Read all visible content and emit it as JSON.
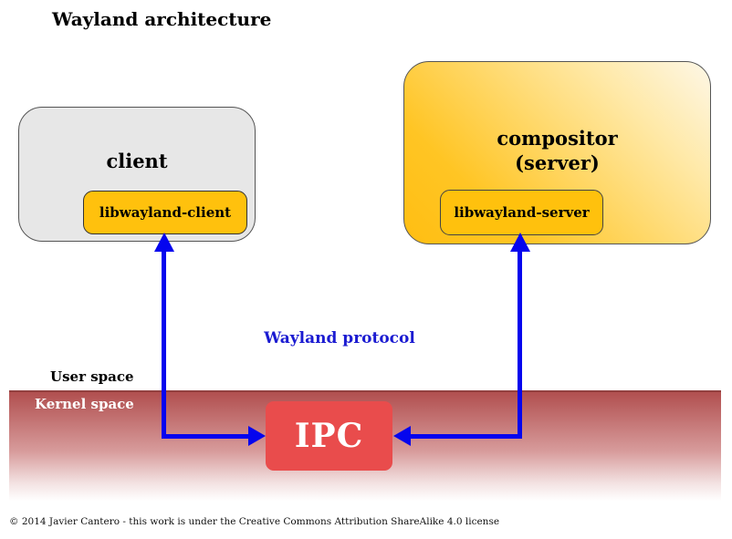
{
  "title": "Wayland architecture",
  "client": {
    "label": "client",
    "lib_label": "libwayland-client"
  },
  "compositor": {
    "label_line1": "compositor",
    "label_line2": "(server)",
    "lib_label": "libwayland-server"
  },
  "protocol_label": "Wayland protocol",
  "spaces": {
    "user_label": "User space",
    "kernel_label": "Kernel space"
  },
  "ipc": {
    "label": "IPC"
  },
  "footer": "© 2014 Javier Cantero - this work is under the Creative Commons Attribution ShareAlike 4.0 license",
  "colors": {
    "library_orange": "#ffc10d",
    "compositor_gradient_start": "#ffbe12",
    "compositor_gradient_end": "#fdf7e7",
    "client_gray": "#e7e7e7",
    "arrow_blue": "#0505ee",
    "protocol_text_blue": "#1b1bd1",
    "ipc_red": "#e94c4c",
    "kernel_gradient_top": "#b14f4f",
    "kernel_border": "#93403f"
  }
}
